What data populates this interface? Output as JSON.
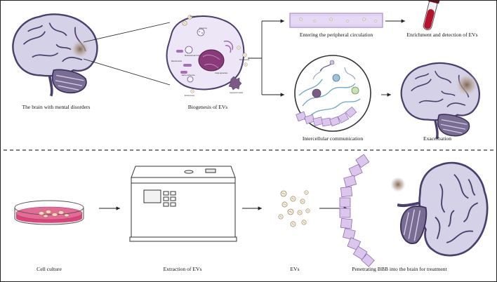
{
  "top_panel": {
    "brain_label": "The brain with mental disorders",
    "biogenesis_label": "Biogenesis of EVs",
    "circulation_label": "Entering the peripheral circulation",
    "enrichment_label": "Enrichment and detection of EVs",
    "intercellular_label": "Intercellular communication",
    "exacerbation_label": "Exacerbation"
  },
  "cell_parts": {
    "extracellular_vesicles": "Extracellular vesicles",
    "exosome": "Exosome",
    "multivesicular_body": "Multivesicular body",
    "mitochondria": "Mitochondria",
    "golgi_apparatus": "Golgi apparatus",
    "early_endosome": "Early endosome",
    "microvesicle": "Microvesicle",
    "endocytosis": "Endocytosis",
    "apoptotic_bodies": "Apoptotic bodies"
  },
  "bottom_panel": {
    "cell_culture_label": "Cell culture",
    "extraction_label": "Extraction of EVs",
    "evs_label": "EVs",
    "penetrating_label": "Penetrating BBB into the brain for treatment"
  },
  "colors": {
    "brain_fill": "#d5d1e6",
    "brain_stroke": "#4b3f6e",
    "cerebellum_fill": "#7a6d93",
    "cell_fill": "#ece6f6",
    "vessel_fill": "#e6d9f5",
    "blood_red": "#b5122b",
    "culture_pink": "#d9447a",
    "bbb_cell_fill": "#dcc6ee"
  }
}
